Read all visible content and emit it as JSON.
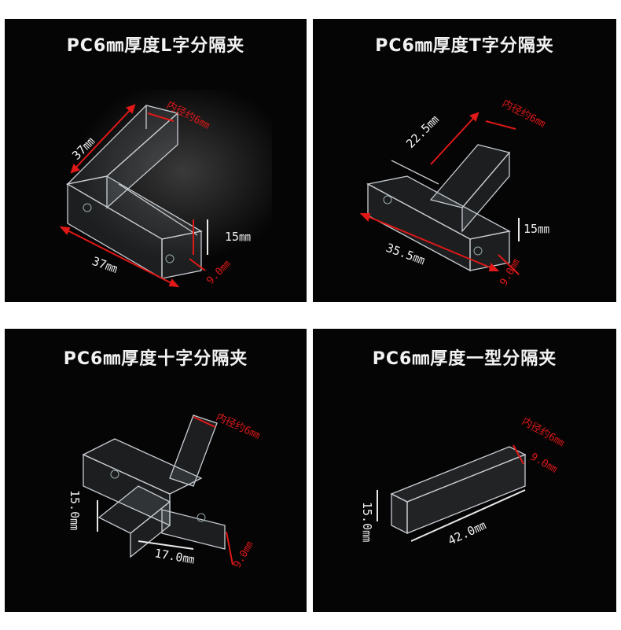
{
  "colors": {
    "background": "#050505",
    "title": "#f2f2f2",
    "arrow_red": "#e01818",
    "arrow_white": "#f0f0f0"
  },
  "panels": [
    {
      "title": "PC6㎜厚度L字分隔夹",
      "inner": "内径约6㎜",
      "length_top": "37㎜",
      "length_bottom": "37㎜",
      "height": "15㎜",
      "width": "9.0㎜"
    },
    {
      "title": "PC6㎜厚度T字分隔夹",
      "inner": "内径约6㎜",
      "length_top": "22.5㎜",
      "length_bottom": "35.5㎜",
      "height": "15㎜",
      "width": "9.0㎜"
    },
    {
      "title": "PC6㎜厚度十字分隔夹",
      "inner": "内径约6㎜",
      "height": "15.0㎜",
      "length": "17.0㎜",
      "width": "9.0㎜"
    },
    {
      "title": "PC6㎜厚度一型分隔夹",
      "inner": "内径约6㎜",
      "width": "9.0㎜",
      "height": "15.0㎜",
      "length": "42.0㎜"
    }
  ]
}
